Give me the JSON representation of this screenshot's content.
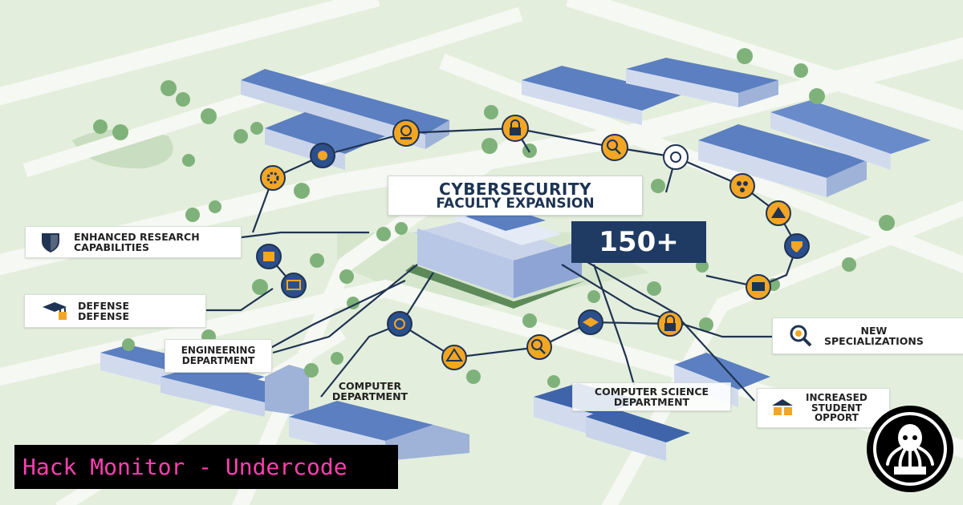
{
  "diagram": {
    "title_line1": "CYBERSECURITY",
    "title_line2": "FACULTY EXPANSION",
    "stat_value": "150+",
    "labels": {
      "enhanced_research": [
        "ENHANCED RESEARCH",
        "CAPABILITIES"
      ],
      "defense": [
        "DEFENSE",
        "DEFENSE"
      ],
      "engineering": [
        "ENGINEERING",
        "DEPARTMENT"
      ],
      "computer_dept": [
        "COMPUTER",
        "DEPARTMENT"
      ],
      "computer_science": [
        "COMPUTER SCIENCE",
        "DEPARTMENT"
      ],
      "new_specializations": [
        "NEW",
        "SPECIALIZATIONS"
      ],
      "increased_student": [
        "INCREASED",
        "STUDENT",
        "OPPORT"
      ]
    }
  },
  "branding": {
    "banner_text": "Hack Monitor - Undercode",
    "logo_icon": "octopus-seal-logo"
  },
  "icons": {
    "nodes": [
      "webcam-icon",
      "lock-icon",
      "magnifier-icon",
      "bug-icon",
      "shield-icon",
      "gear-icon",
      "network-icon",
      "chip-icon",
      "code-icon",
      "warning-icon",
      "graduation-icon",
      "monitor-icon",
      "mortarboard-icon"
    ]
  },
  "colors": {
    "background": "#e4eedd",
    "road": "#f6f8f3",
    "building_roof": "#5b7fc0",
    "building_wall": "#c9d4ea",
    "node_orange": "#f3a623",
    "node_blue": "#2b4f8c",
    "link": "#1f3352",
    "stat_bg": "#1f3b63",
    "brand_text": "#ff3fb0"
  }
}
